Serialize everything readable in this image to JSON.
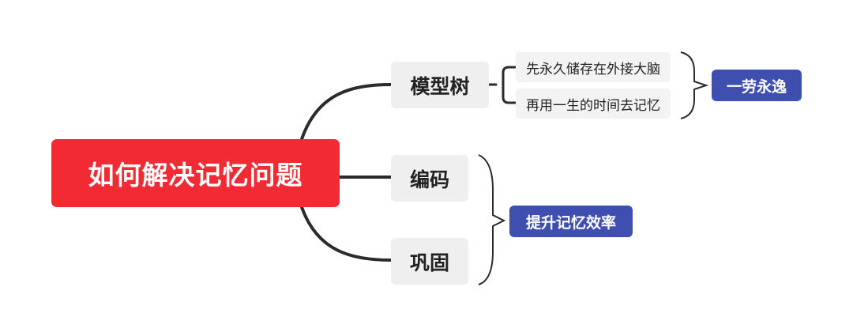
{
  "root": {
    "label": "如何解决记忆问题",
    "color": "#f22a34"
  },
  "branches": [
    {
      "label": "模型树"
    },
    {
      "label": "编码"
    },
    {
      "label": "巩固"
    }
  ],
  "model_tree_children": [
    {
      "label": "先永久储存在外接大脑"
    },
    {
      "label": "再用一生的时间去记忆"
    }
  ],
  "summaries": [
    {
      "label": "一劳永逸",
      "color": "#3f4fb0"
    },
    {
      "label": "提升记忆效率",
      "color": "#3f4fb0"
    }
  ],
  "connector_color": "#2b2b2b"
}
